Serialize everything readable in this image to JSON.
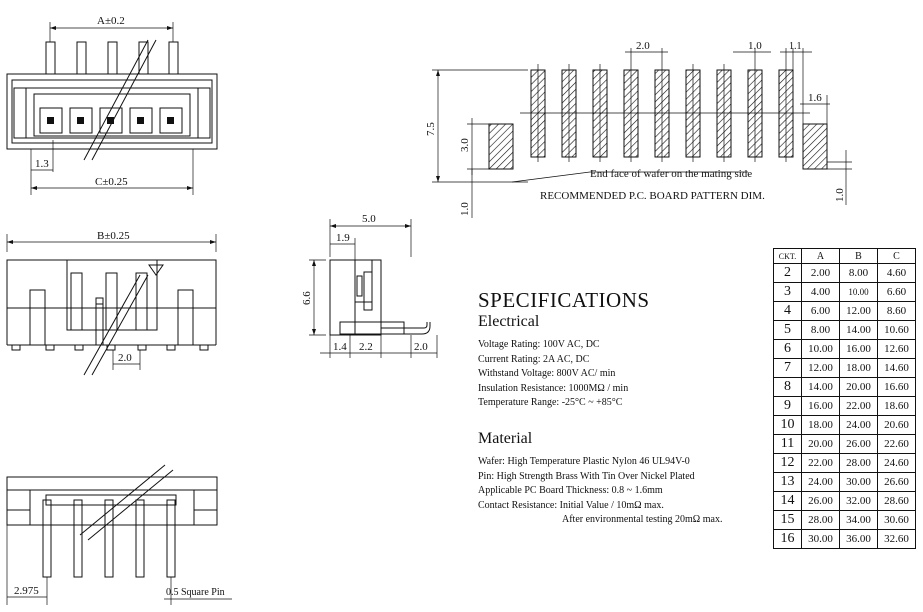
{
  "dimensions": {
    "a_tol": "A±0.2",
    "c_tol": "C±0.25",
    "b_tol": "B±0.25",
    "d_1_3": "1.3",
    "d_2_0_front": "2.0",
    "d_5_0": "5.0",
    "d_1_9": "1.9",
    "d_6_6": "6.6",
    "d_1_4": "1.4",
    "d_2_2": "2.2",
    "d_2_0_side": "2.0",
    "d_2_975": "2.975",
    "square_pin": "0.5 Square Pin",
    "pcb_2_0": "2.0",
    "pcb_1_0": "1.0",
    "pcb_1_1": "1.1",
    "pcb_1_6": "1.6",
    "pcb_7_5": "7.5",
    "pcb_3_0": "3.0",
    "pcb_1_0_left": "1.0",
    "pcb_1_0_right": "1.0",
    "end_face_note": "End face of wafer on the mating side",
    "pcb_caption": "RECOMMENDED P.C. BOARD PATTERN DIM."
  },
  "specifications": {
    "title": "SPECIFICATIONS",
    "electrical_heading": "Electrical",
    "electrical": [
      "Voltage Rating: 100V AC, DC",
      "Current Rating: 2A AC, DC",
      "Withstand Voltage: 800V AC/ min",
      "Insulation Resistance: 1000MΩ / min",
      "Temperature Range: -25°C ~ +85°C"
    ],
    "material_heading": "Material",
    "material": [
      "Wafer: High Temperature Plastic Nylon 46 UL94V-0",
      "Pin: High Strength Brass With Tin Over Nickel Plated",
      "Applicable PC Board Thickness: 0.8 ~ 1.6mm",
      "Contact Resistance: Initial Value / 10mΩ max."
    ],
    "material_note": "After environmental testing 20mΩ max."
  },
  "ckt_table": {
    "headers": [
      "CKT.",
      "A",
      "B",
      "C"
    ],
    "rows": [
      [
        "2",
        "2.00",
        "8.00",
        "4.60"
      ],
      [
        "3",
        "4.00",
        "10.00",
        "6.60"
      ],
      [
        "4",
        "6.00",
        "12.00",
        "8.60"
      ],
      [
        "5",
        "8.00",
        "14.00",
        "10.60"
      ],
      [
        "6",
        "10.00",
        "16.00",
        "12.60"
      ],
      [
        "7",
        "12.00",
        "18.00",
        "14.60"
      ],
      [
        "8",
        "14.00",
        "20.00",
        "16.60"
      ],
      [
        "9",
        "16.00",
        "22.00",
        "18.60"
      ],
      [
        "10",
        "18.00",
        "24.00",
        "20.60"
      ],
      [
        "11",
        "20.00",
        "26.00",
        "22.60"
      ],
      [
        "12",
        "22.00",
        "28.00",
        "24.60"
      ],
      [
        "13",
        "24.00",
        "30.00",
        "26.60"
      ],
      [
        "14",
        "26.00",
        "32.00",
        "28.60"
      ],
      [
        "15",
        "28.00",
        "34.00",
        "30.60"
      ],
      [
        "16",
        "30.00",
        "36.00",
        "32.60"
      ]
    ]
  }
}
